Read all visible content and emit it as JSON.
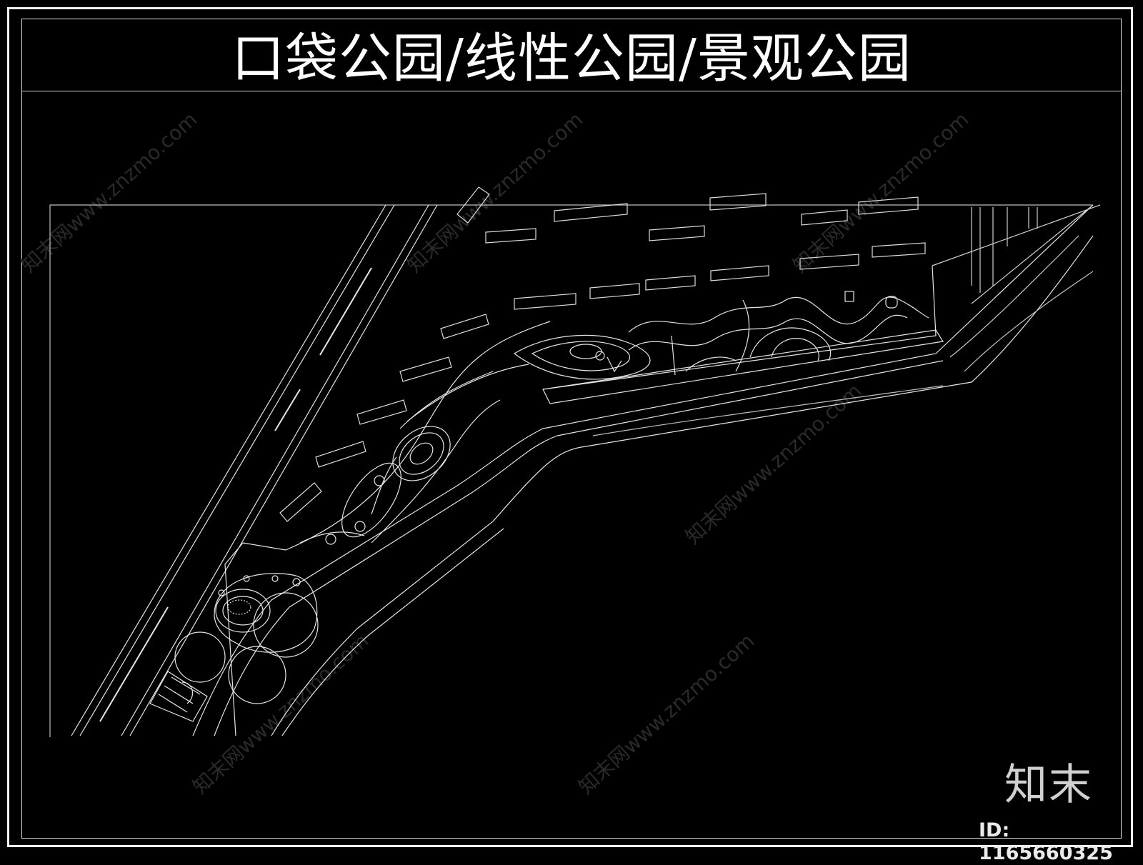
{
  "title": "口袋公园/线性公园/景观公园",
  "watermark": {
    "brand": "知末",
    "id_text": "ID: 1165660325",
    "tiled_text": "知末网www.znzmo.com"
  },
  "colors": {
    "background": "#000000",
    "line": "#e6e6e6",
    "text": "#ffffff"
  }
}
